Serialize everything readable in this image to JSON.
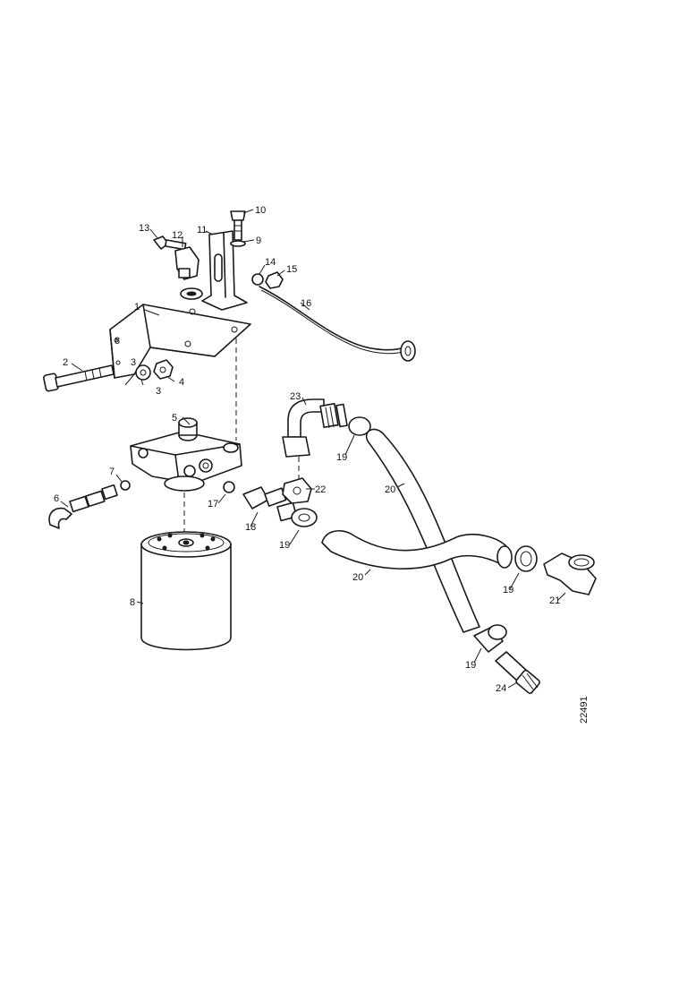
{
  "diagram": {
    "labels": {
      "p1": "1",
      "p2": "2",
      "p3": "3",
      "p4": "4",
      "p5": "5",
      "p6": "6",
      "p7": "7",
      "p8": "8",
      "p9": "9",
      "p10": "10",
      "p11": "11",
      "p12": "12",
      "p13": "13",
      "p14": "14",
      "p15": "15",
      "p16": "16",
      "p17": "17",
      "p18": "18",
      "p19a": "19",
      "p19b": "19",
      "p19c": "19",
      "p19d": "19",
      "p20a": "20",
      "p20b": "20",
      "p21": "21",
      "p22": "22",
      "p23": "23",
      "p24": "24",
      "p3b": "3",
      "p8b": "8"
    },
    "figure_code": "22491"
  }
}
